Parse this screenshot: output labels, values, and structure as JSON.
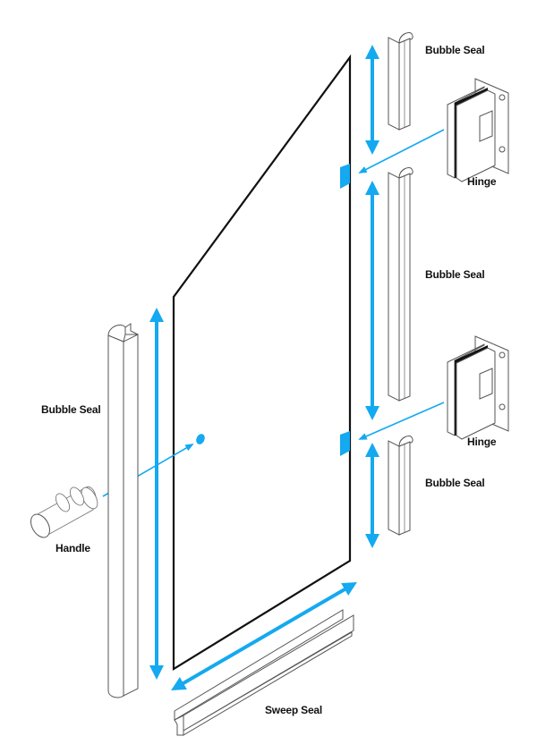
{
  "diagram": {
    "subject": "Frameless shower door seals and hardware",
    "accent_color": "#14a9f0",
    "outline_color": "#111111",
    "labels": {
      "bubble_seal_top": "Bubble Seal",
      "hinge_top": "Hinge",
      "bubble_seal_middle": "Bubble Seal",
      "hinge_bottom": "Hinge",
      "bubble_seal_bottom": "Bubble Seal",
      "bubble_seal_left": "Bubble Seal",
      "handle": "Handle",
      "sweep_seal": "Sweep Seal"
    },
    "parts": [
      {
        "id": "glass-panel",
        "name": "Glass door panel"
      },
      {
        "id": "bubble-seal-top",
        "name": "Bubble Seal"
      },
      {
        "id": "bubble-seal-middle",
        "name": "Bubble Seal"
      },
      {
        "id": "bubble-seal-bottom",
        "name": "Bubble Seal"
      },
      {
        "id": "bubble-seal-left",
        "name": "Bubble Seal"
      },
      {
        "id": "hinge-top",
        "name": "Hinge"
      },
      {
        "id": "hinge-bottom",
        "name": "Hinge"
      },
      {
        "id": "handle",
        "name": "Handle"
      },
      {
        "id": "sweep-seal",
        "name": "Sweep Seal"
      }
    ]
  }
}
